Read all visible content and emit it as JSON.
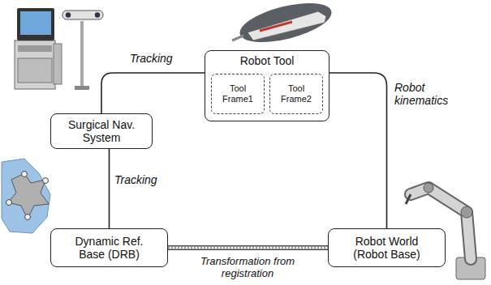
{
  "diagram": {
    "nodes": [
      {
        "text": [
          "Robot Tool"
        ]
      },
      {
        "text": [
          "Tool Frame1"
        ],
        "in": 0
      },
      {
        "text": [
          "Tool Frame2"
        ],
        "in": 0
      },
      {
        "text": [
          "Surgical Nav. System"
        ]
      },
      {
        "text": [
          "Dynamic Ref. Base (DRB)"
        ]
      },
      {
        "text": [
          "Robot World (Robot Base)"
        ]
      }
    ],
    "edges": [
      {
        "from": 3,
        "to": 0,
        "arrow": "none",
        "label": "Tracking"
      },
      {
        "from": 3,
        "to": 4,
        "arrow": "none",
        "label": "Tracking"
      },
      {
        "from": 0,
        "to": 5,
        "arrow": "none",
        "label": "Robot kinematics"
      },
      {
        "from": 4,
        "to": 5,
        "arrow": "none",
        "label": "Transformation from registration"
      }
    ]
  }
}
